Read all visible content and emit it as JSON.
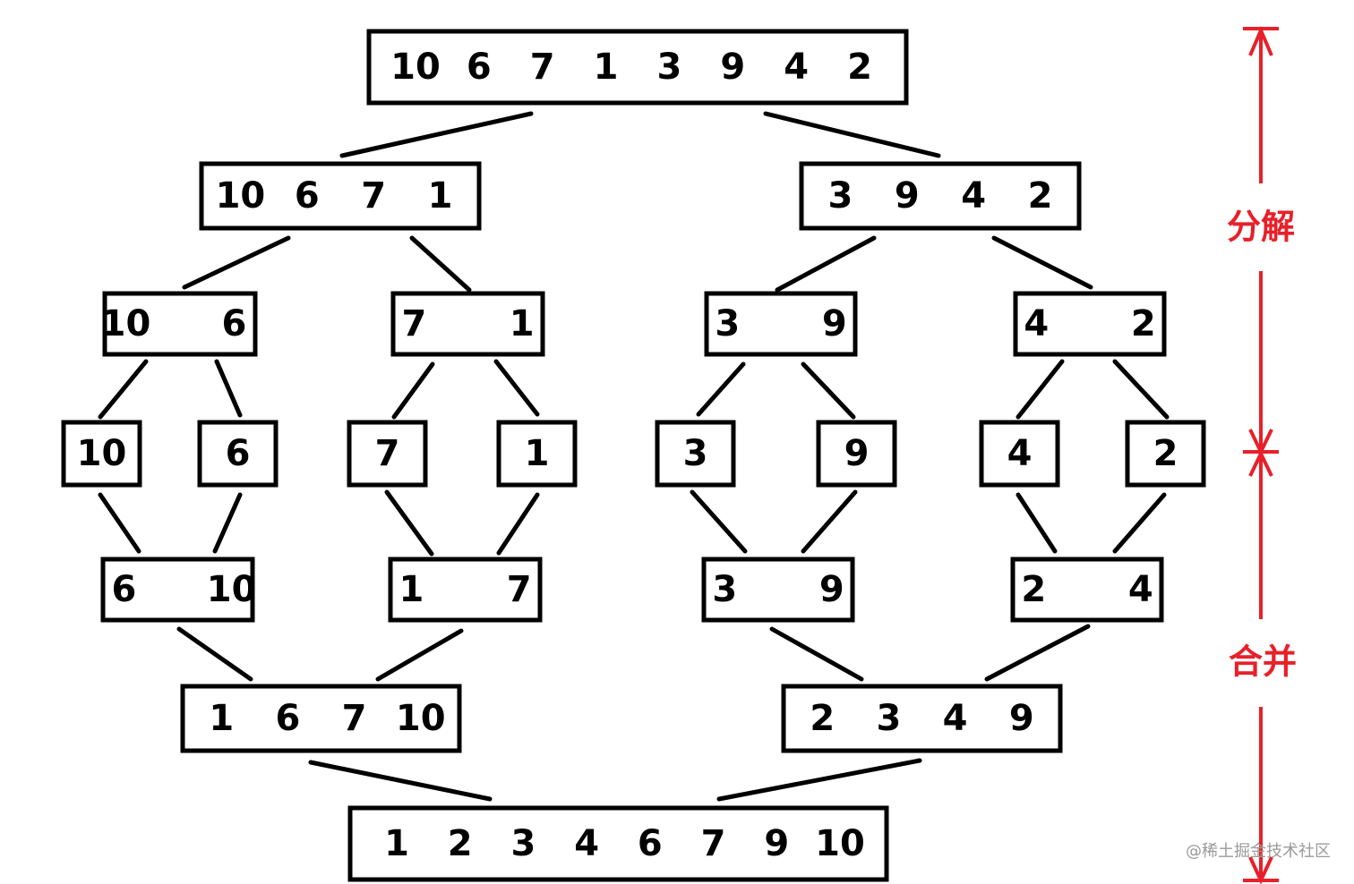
{
  "colors": {
    "box_stroke": "#000000",
    "text": "#000000",
    "phase": "#e8202a",
    "watermark": "#9a9a9a"
  },
  "levels": [
    {
      "stage": "input",
      "nodes": [
        [
          "10",
          "6",
          "7",
          "1",
          "3",
          "9",
          "4",
          "2"
        ]
      ]
    },
    {
      "stage": "split",
      "nodes": [
        [
          "10",
          "6",
          "7",
          "1"
        ],
        [
          "3",
          "9",
          "4",
          "2"
        ]
      ]
    },
    {
      "stage": "split",
      "nodes": [
        [
          "10",
          "6"
        ],
        [
          "7",
          "1"
        ],
        [
          "3",
          "9"
        ],
        [
          "4",
          "2"
        ]
      ]
    },
    {
      "stage": "split",
      "nodes": [
        [
          "10"
        ],
        [
          "6"
        ],
        [
          "7"
        ],
        [
          "1"
        ],
        [
          "3"
        ],
        [
          "9"
        ],
        [
          "4"
        ],
        [
          "2"
        ]
      ]
    },
    {
      "stage": "merge",
      "nodes": [
        [
          "6",
          "10"
        ],
        [
          "1",
          "7"
        ],
        [
          "3",
          "9"
        ],
        [
          "2",
          "4"
        ]
      ]
    },
    {
      "stage": "merge",
      "nodes": [
        [
          "1",
          "6",
          "7",
          "10"
        ],
        [
          "2",
          "3",
          "4",
          "9"
        ]
      ]
    },
    {
      "stage": "output",
      "nodes": [
        [
          "1",
          "2",
          "3",
          "4",
          "6",
          "7",
          "9",
          "10"
        ]
      ]
    }
  ],
  "phases": {
    "decompose_label": "分解",
    "merge_label": "合并"
  },
  "watermark": "@稀土掘金技术社区"
}
